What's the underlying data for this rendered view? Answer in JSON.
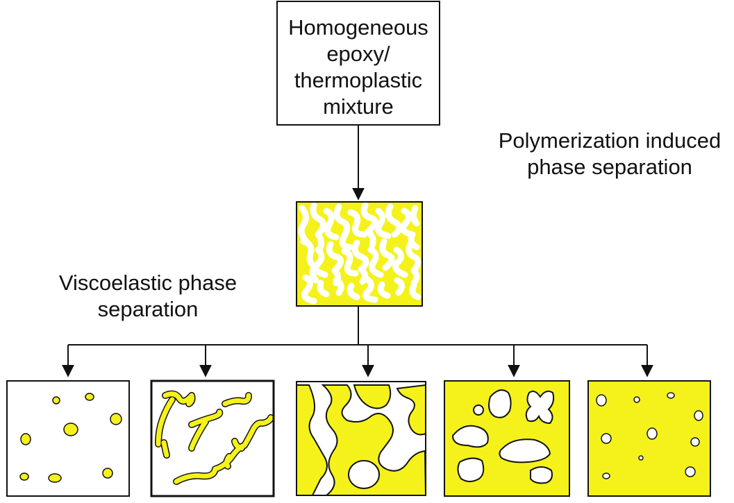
{
  "diagram": {
    "top_box": {
      "text": "Homogeneous\nepoxy/\nthermoplastic\nmixture"
    },
    "right_label": "Polymerization induced\nphase separation",
    "left_label": "Viscoelastic phase\nseparation",
    "colors": {
      "phase_fill": "#f4f21a",
      "matrix": "#ffffff",
      "outline": "#111111"
    },
    "panels": [
      {
        "id": "panel-1",
        "morphology": "dispersed-particles",
        "background": "white"
      },
      {
        "id": "panel-2",
        "morphology": "network-strands",
        "background": "white"
      },
      {
        "id": "panel-3",
        "morphology": "co-continuous",
        "background": "white"
      },
      {
        "id": "panel-4",
        "morphology": "inverted-large-domains",
        "background": "yellow"
      },
      {
        "id": "panel-5",
        "morphology": "inverted-small-particles",
        "background": "yellow"
      }
    ]
  }
}
